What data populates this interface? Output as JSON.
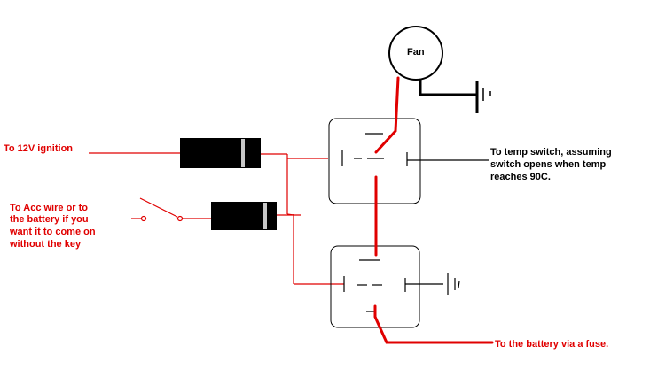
{
  "labels": {
    "fan": "Fan",
    "ignition": "To 12V ignition",
    "acc_line1": "To Acc wire or to",
    "acc_line2": "the battery if you",
    "acc_line3": "want it to come on",
    "acc_line4": "without the key",
    "temp_line1": "To temp switch, assuming",
    "temp_line2": "switch opens when temp",
    "temp_line3": "reaches 90C.",
    "battery": "To the battery via a fuse."
  },
  "colors": {
    "wire_red": "#e00000",
    "wire_black": "#000000",
    "diode_body": "#000000",
    "diode_band": "#c8c8c8"
  }
}
